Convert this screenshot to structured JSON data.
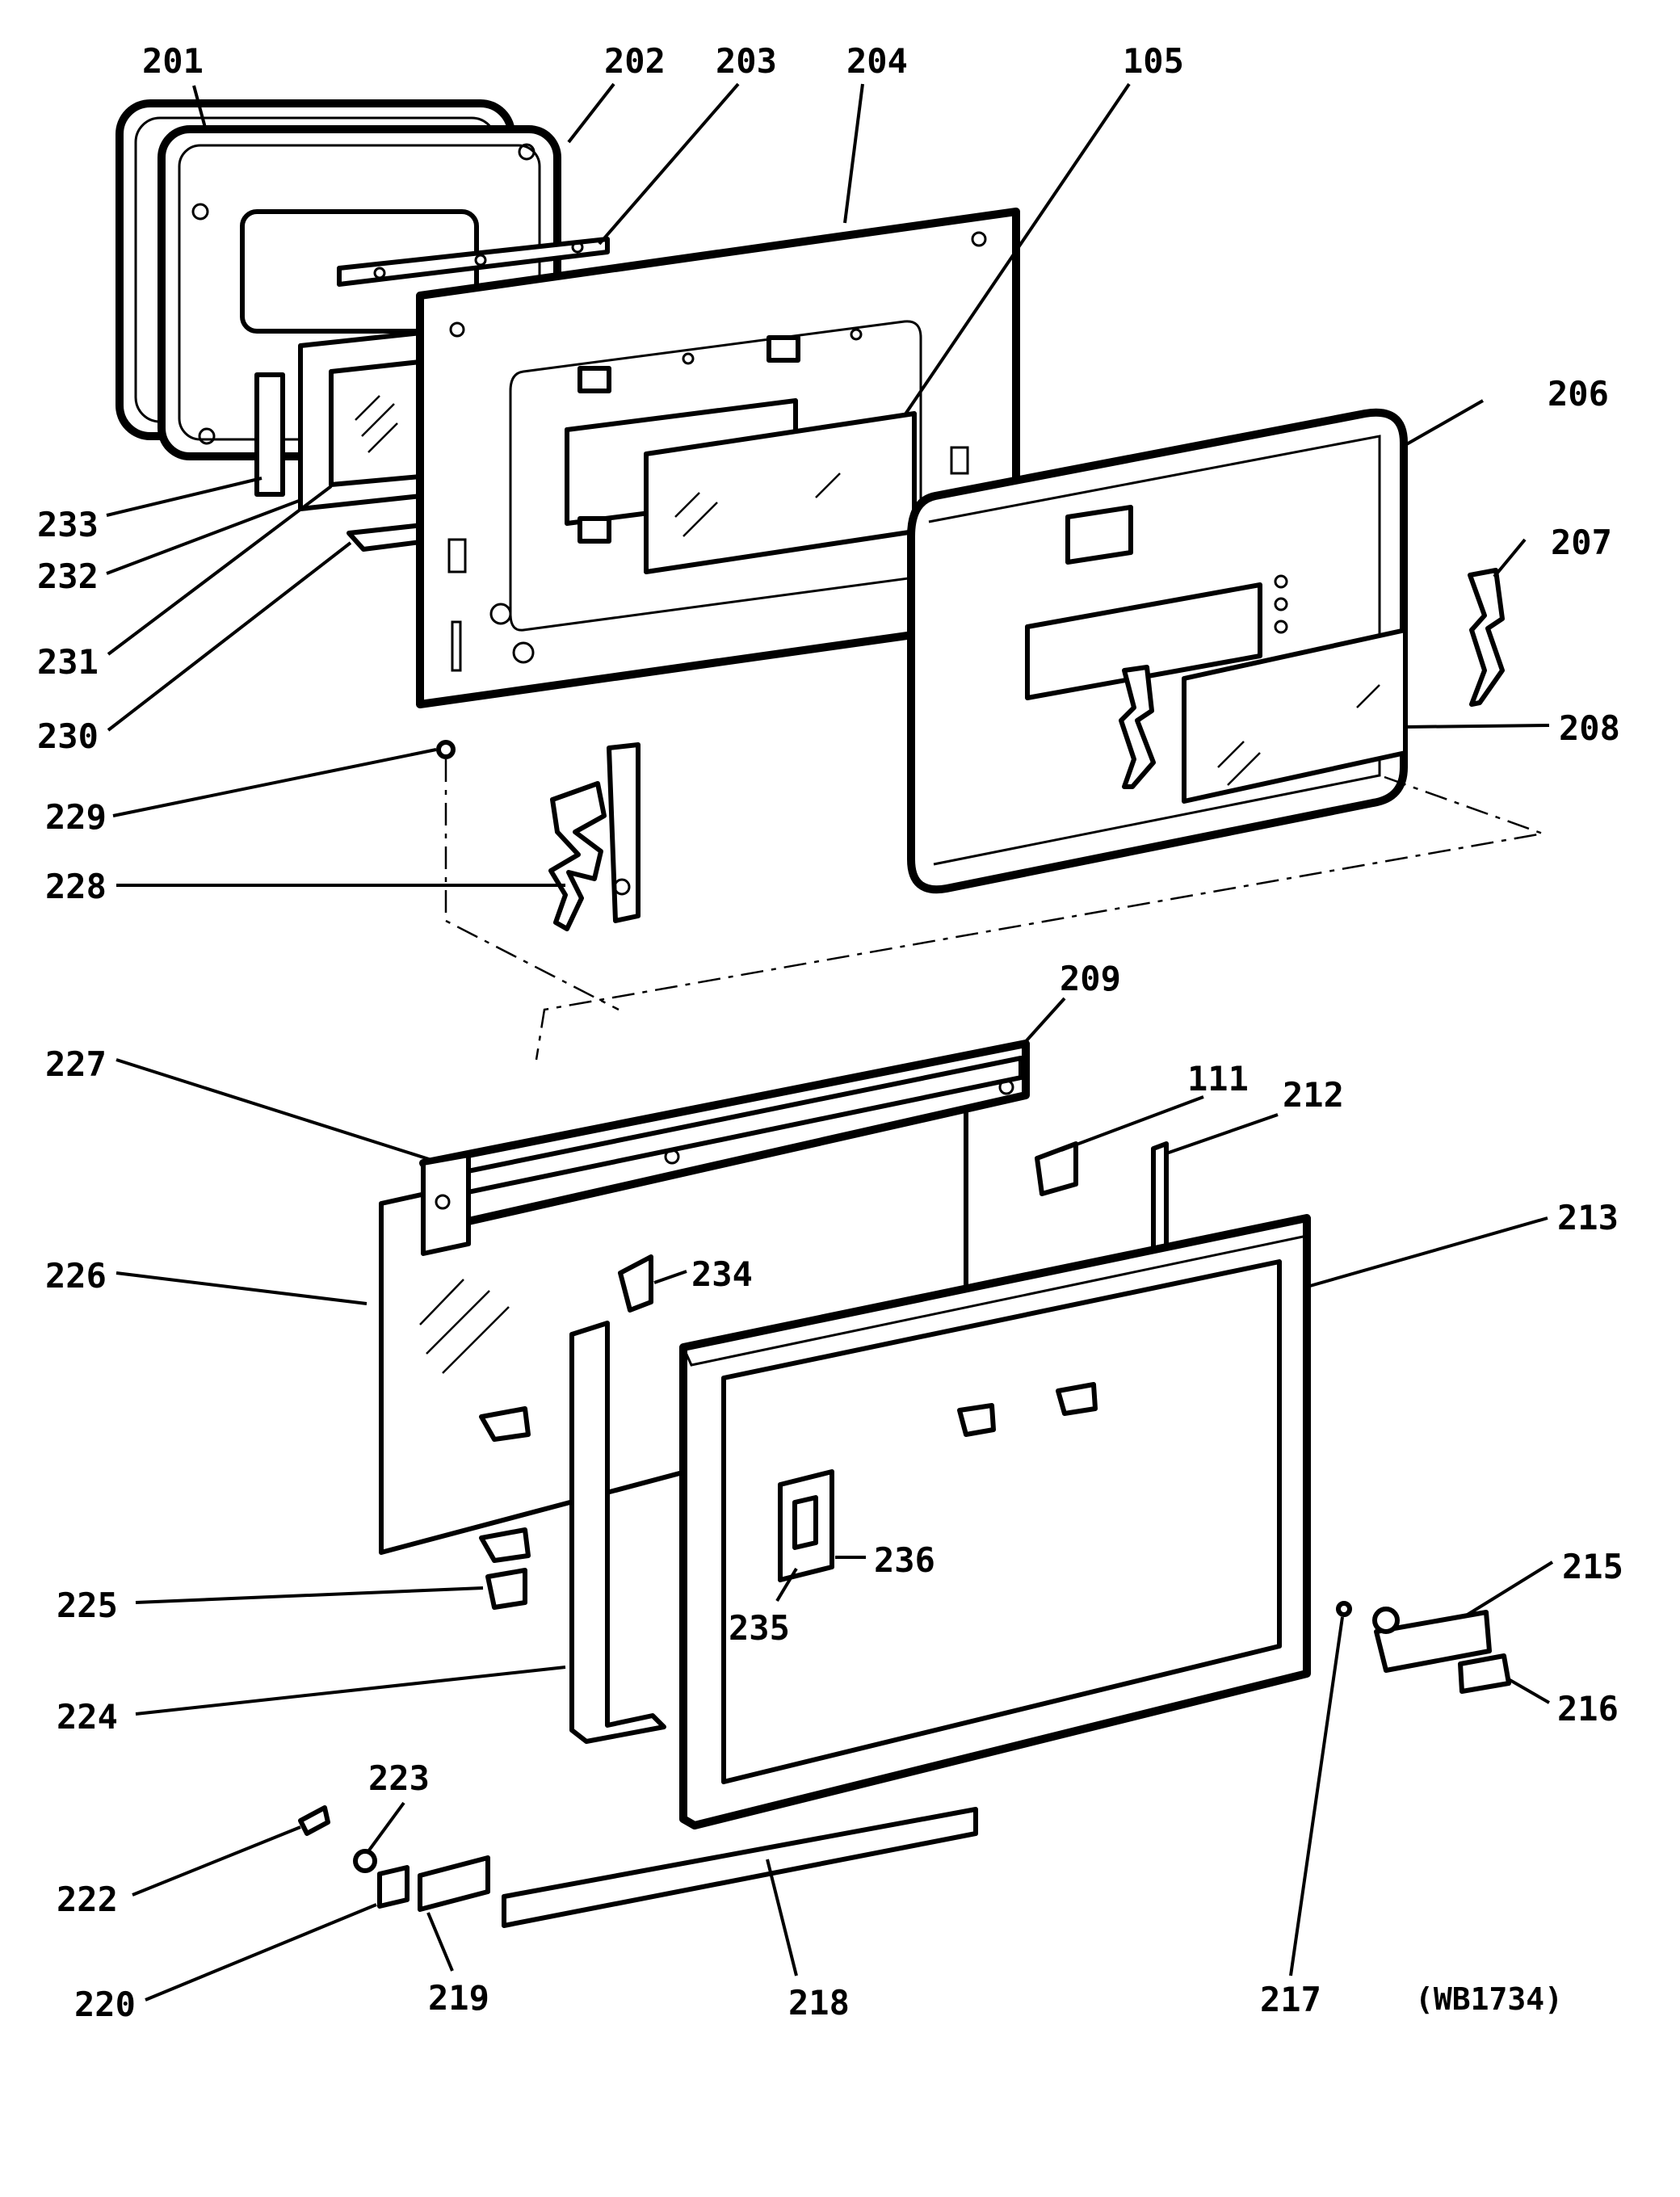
{
  "diagram": {
    "caption": "(WB1734)",
    "callouts": [
      {
        "id": "201",
        "text": "201"
      },
      {
        "id": "202",
        "text": "202"
      },
      {
        "id": "203",
        "text": "203"
      },
      {
        "id": "204",
        "text": "204"
      },
      {
        "id": "105",
        "text": "105"
      },
      {
        "id": "206",
        "text": "206"
      },
      {
        "id": "207",
        "text": "207"
      },
      {
        "id": "208",
        "text": "208"
      },
      {
        "id": "233",
        "text": "233"
      },
      {
        "id": "232",
        "text": "232"
      },
      {
        "id": "231",
        "text": "231"
      },
      {
        "id": "230",
        "text": "230"
      },
      {
        "id": "229",
        "text": "229"
      },
      {
        "id": "228",
        "text": "228"
      },
      {
        "id": "209",
        "text": "209"
      },
      {
        "id": "227",
        "text": "227"
      },
      {
        "id": "111",
        "text": "111"
      },
      {
        "id": "212",
        "text": "212"
      },
      {
        "id": "213",
        "text": "213"
      },
      {
        "id": "226",
        "text": "226"
      },
      {
        "id": "234",
        "text": "234"
      },
      {
        "id": "236",
        "text": "236"
      },
      {
        "id": "235",
        "text": "235"
      },
      {
        "id": "225",
        "text": "225"
      },
      {
        "id": "215",
        "text": "215"
      },
      {
        "id": "216",
        "text": "216"
      },
      {
        "id": "224",
        "text": "224"
      },
      {
        "id": "223",
        "text": "223"
      },
      {
        "id": "222",
        "text": "222"
      },
      {
        "id": "220",
        "text": "220"
      },
      {
        "id": "219",
        "text": "219"
      },
      {
        "id": "218",
        "text": "218"
      },
      {
        "id": "217",
        "text": "217"
      }
    ]
  }
}
